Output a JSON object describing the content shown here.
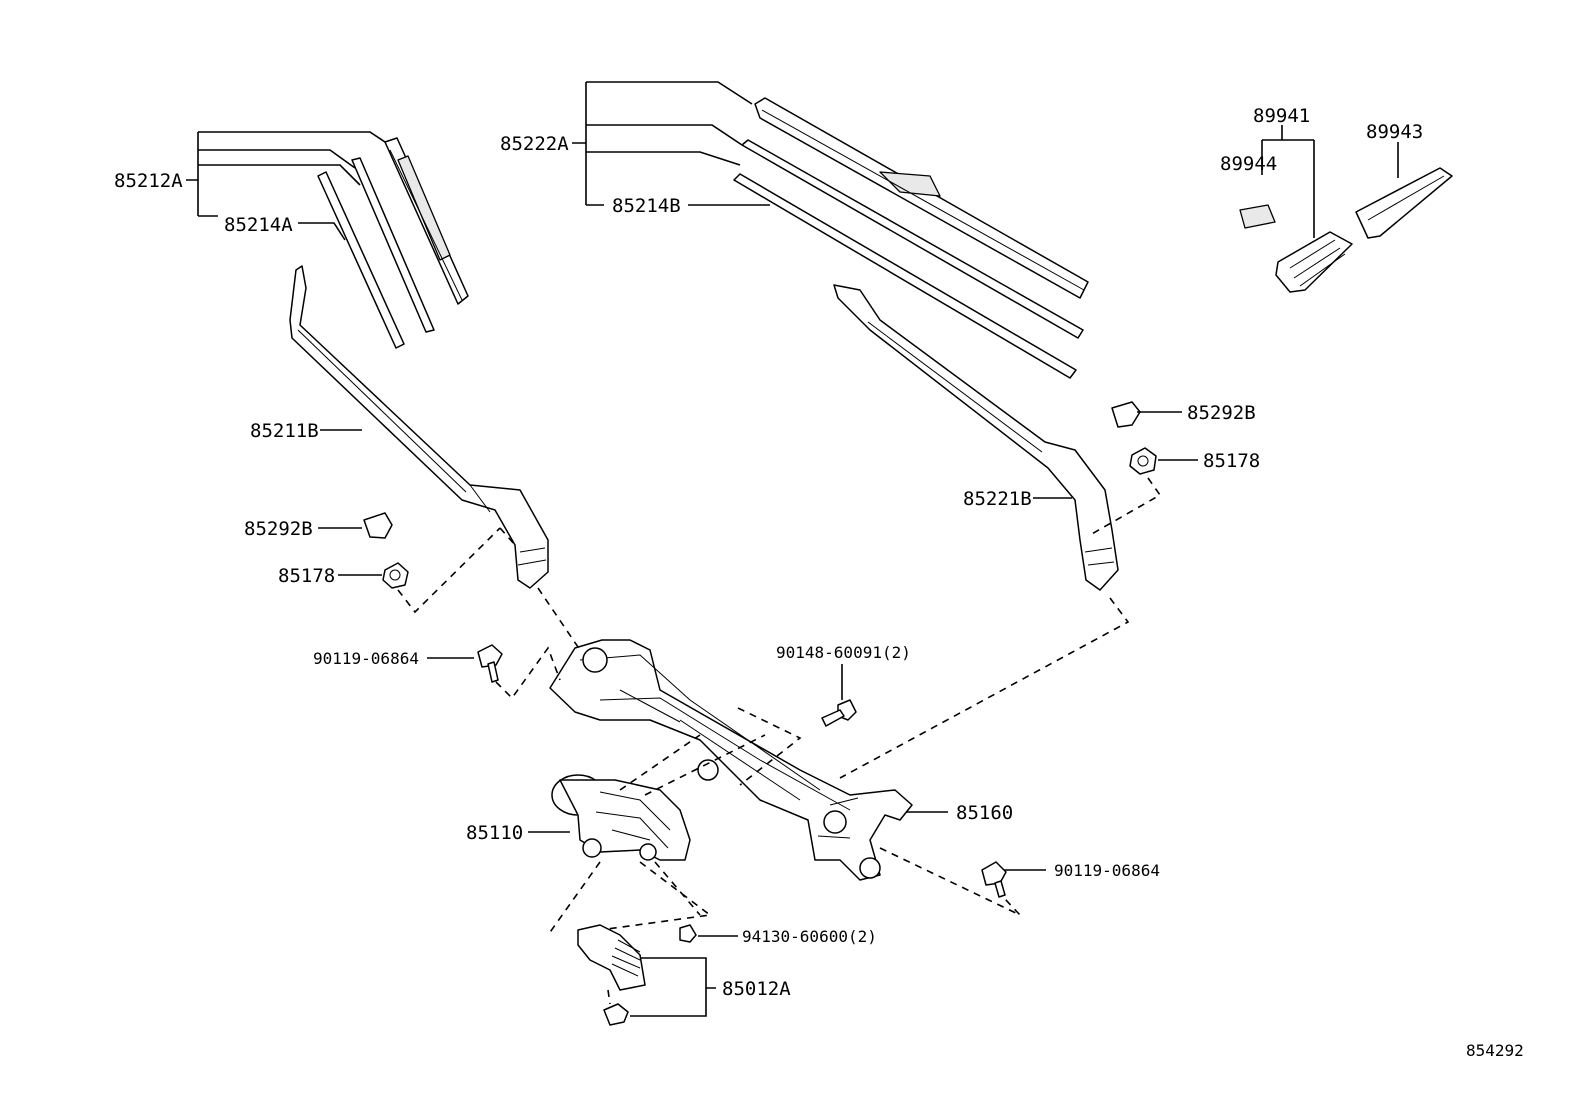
{
  "diagram_id": "854292",
  "callouts": {
    "p85212A": "85212A",
    "p85214A": "85214A",
    "p85222A": "85222A",
    "p85214B": "85214B",
    "p89941": "89941",
    "p89944": "89944",
    "p89943": "89943",
    "p85211B": "85211B",
    "p85292B_left": "85292B",
    "p85178_left": "85178",
    "p85292B_right": "85292B",
    "p85178_right": "85178",
    "p85221B": "85221B",
    "p90119_left": "90119-06864",
    "p90148": "90148-60091(2)",
    "p85160": "85160",
    "p85110": "85110",
    "p90119_right": "90119-06864",
    "p94130": "94130-60600(2)",
    "p85012A": "85012A"
  }
}
